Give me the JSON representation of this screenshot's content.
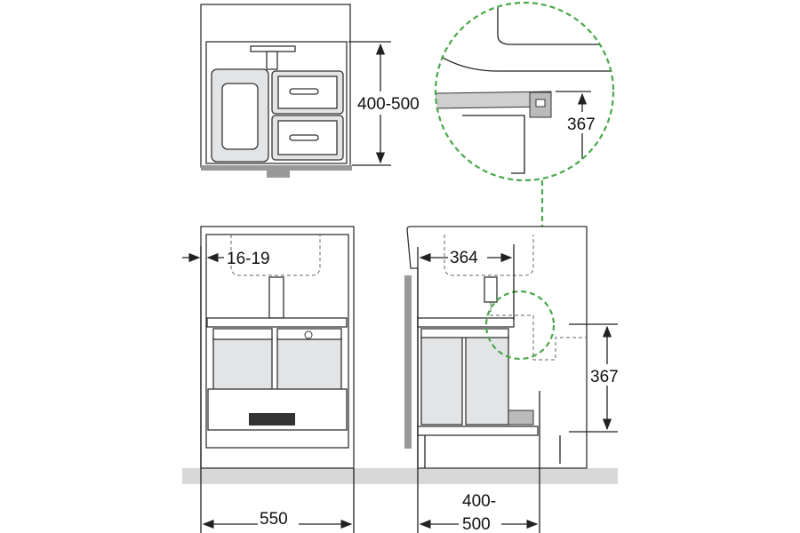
{
  "labels": {
    "top_height": "400-500",
    "detail_height": "367",
    "panel_thickness": "16-19",
    "sink_depth": "364",
    "side_height": "367",
    "cabinet_width": "550",
    "depth_line1": "400-",
    "depth_line2": "500"
  },
  "colors": {
    "detail_circle": "#4aa84a",
    "bin_fill": "#e3e4e6",
    "floor": "#d8d8d8"
  }
}
